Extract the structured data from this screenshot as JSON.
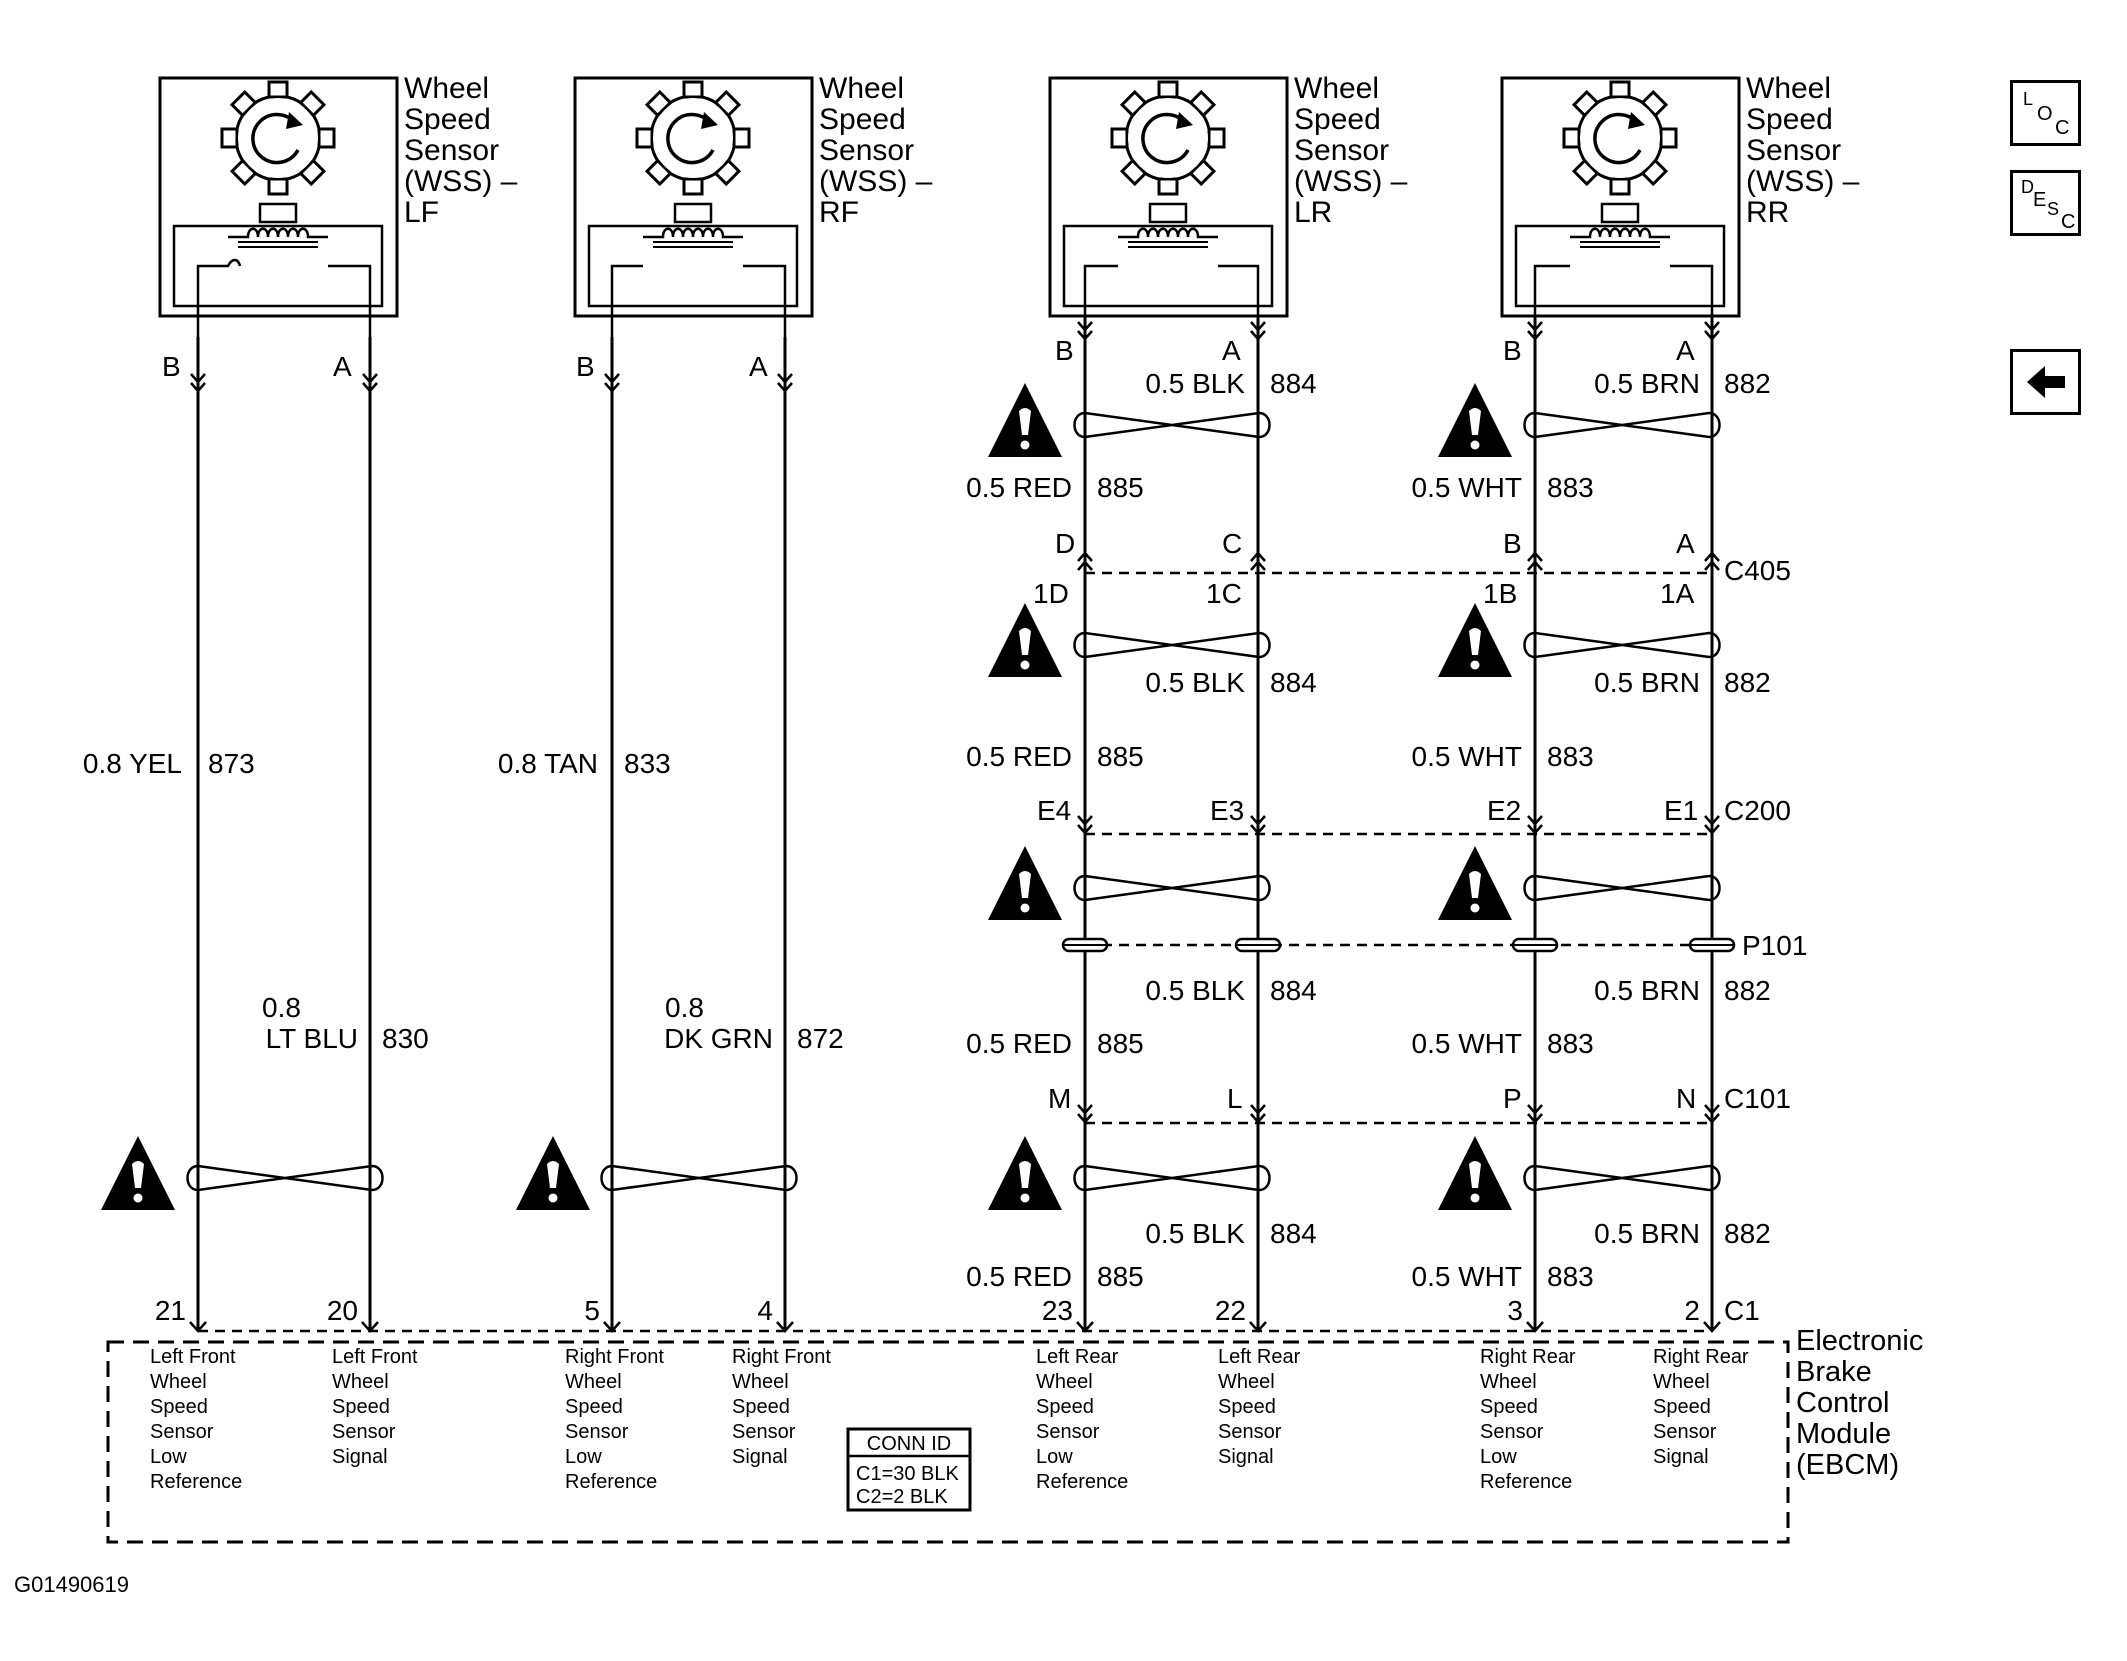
{
  "sensors": [
    {
      "title_lines": [
        "Wheel",
        "Speed",
        "Sensor",
        "(WSS) –",
        "LF"
      ]
    },
    {
      "title_lines": [
        "Wheel",
        "Speed",
        "Sensor",
        "(WSS) –",
        "RF"
      ]
    },
    {
      "title_lines": [
        "Wheel",
        "Speed",
        "Sensor",
        "(WSS) –",
        "LR"
      ]
    },
    {
      "title_lines": [
        "Wheel",
        "Speed",
        "Sensor",
        "(WSS) –",
        "RR"
      ]
    }
  ],
  "sensor_terminals": {
    "b": "B",
    "a": "A"
  },
  "front_wires": {
    "lf_low": {
      "color": "0.8 YEL",
      "circuit": "873"
    },
    "lf_sig": {
      "size": "0.8",
      "color": "LT BLU",
      "circuit": "830"
    },
    "rf_low": {
      "color": "0.8 TAN",
      "circuit": "833"
    },
    "rf_sig": {
      "size": "0.8",
      "color": "DK GRN",
      "circuit": "872"
    }
  },
  "rear_wires": {
    "lr_low": {
      "color": "0.5 RED",
      "circuit": "885"
    },
    "lr_sig": {
      "color": "0.5 BLK",
      "circuit": "884"
    },
    "rr_low": {
      "color": "0.5 WHT",
      "circuit": "883"
    },
    "rr_sig": {
      "color": "0.5 BRN",
      "circuit": "882"
    }
  },
  "connectors": {
    "c405": {
      "name": "C405",
      "pins_top": [
        "D",
        "C",
        "B",
        "A"
      ],
      "pins_bottom": [
        "1D",
        "1C",
        "1B",
        "1A"
      ]
    },
    "c200": {
      "name": "C200",
      "pins": [
        "E4",
        "E3",
        "E2",
        "E1"
      ]
    },
    "p101": {
      "name": "P101"
    },
    "c101": {
      "name": "C101",
      "pins": [
        "M",
        "L",
        "P",
        "N"
      ]
    },
    "c1": {
      "name": "C1",
      "pins": [
        "21",
        "20",
        "5",
        "4",
        "23",
        "22",
        "3",
        "2"
      ]
    }
  },
  "ebcm": {
    "name_lines": [
      "Electronic",
      "Brake",
      "Control",
      "Module",
      "(EBCM)"
    ],
    "pin_descriptions": [
      [
        "Left Front",
        "Wheel",
        "Speed",
        "Sensor",
        "Low",
        "Reference"
      ],
      [
        "Left Front",
        "Wheel",
        "Speed",
        "Sensor",
        "Signal"
      ],
      [
        "Right Front",
        "Wheel",
        "Speed",
        "Sensor",
        "Low",
        "Reference"
      ],
      [
        "Right Front",
        "Wheel",
        "Speed",
        "Sensor",
        "Signal"
      ],
      [
        "Left Rear",
        "Wheel",
        "Speed",
        "Sensor",
        "Low",
        "Reference"
      ],
      [
        "Left Rear",
        "Wheel",
        "Speed",
        "Sensor",
        "Signal"
      ],
      [
        "Right Rear",
        "Wheel",
        "Speed",
        "Sensor",
        "Low",
        "Reference"
      ],
      [
        "Right Rear",
        "Wheel",
        "Speed",
        "Sensor",
        "Signal"
      ]
    ],
    "conn_id": {
      "title": "CONN ID",
      "lines": [
        "C1=30 BLK",
        "C2=2 BLK"
      ]
    }
  },
  "figure_id": "G01490619",
  "nav": {
    "loc": {
      "a": "L",
      "b": "O",
      "c": "C"
    },
    "desc": {
      "a": "D",
      "b": "E",
      "c": "S",
      "d": "C"
    },
    "back_icon": "left-arrow-icon"
  },
  "warning_icon": "warning-triangle-icon"
}
